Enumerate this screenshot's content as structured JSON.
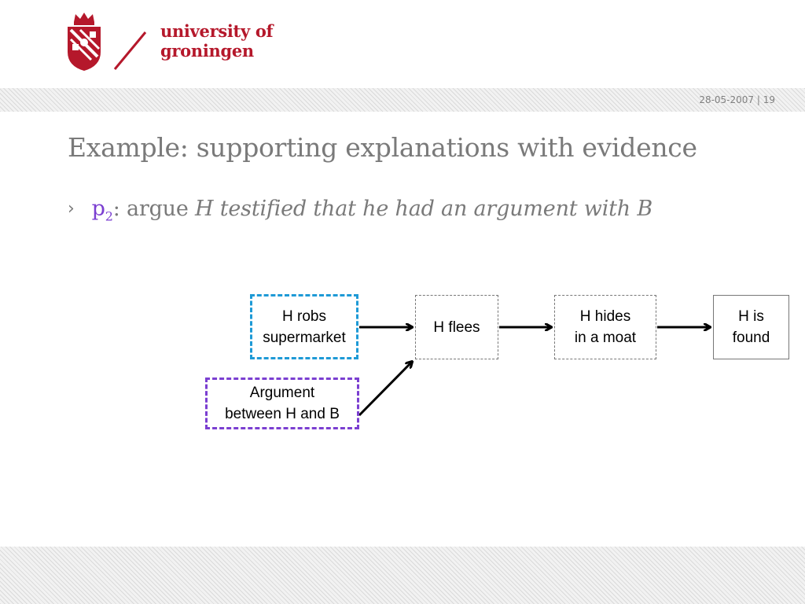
{
  "header": {
    "brand_line1": "university of",
    "brand_line2": "groningen",
    "brand_color": "#b5182b",
    "logo_icon": "university-crest-icon",
    "meta": "28-05-2007 | 19"
  },
  "slide": {
    "title": "Example: supporting explanations with evidence",
    "bullet": {
      "marker": "›",
      "label": "p",
      "label_sub": "2",
      "sep": ":",
      "verb": " argue ",
      "claim": "H testified that he had an argument with B",
      "label_color": "#7b3fd1"
    }
  },
  "diagram": {
    "nodes": {
      "robs": "H robs\nsupermarket",
      "argument": "Argument\nbetween H and B",
      "flees": "H flees",
      "hides": "H hides\nin a moat",
      "found": "H is\nfound"
    },
    "edges": [
      {
        "from": "robs",
        "to": "flees"
      },
      {
        "from": "argument",
        "to": "flees"
      },
      {
        "from": "flees",
        "to": "hides"
      },
      {
        "from": "hides",
        "to": "found"
      }
    ],
    "colors": {
      "evidence_robs": "#1e9ad6",
      "evidence_argument": "#7b3fd1"
    }
  }
}
